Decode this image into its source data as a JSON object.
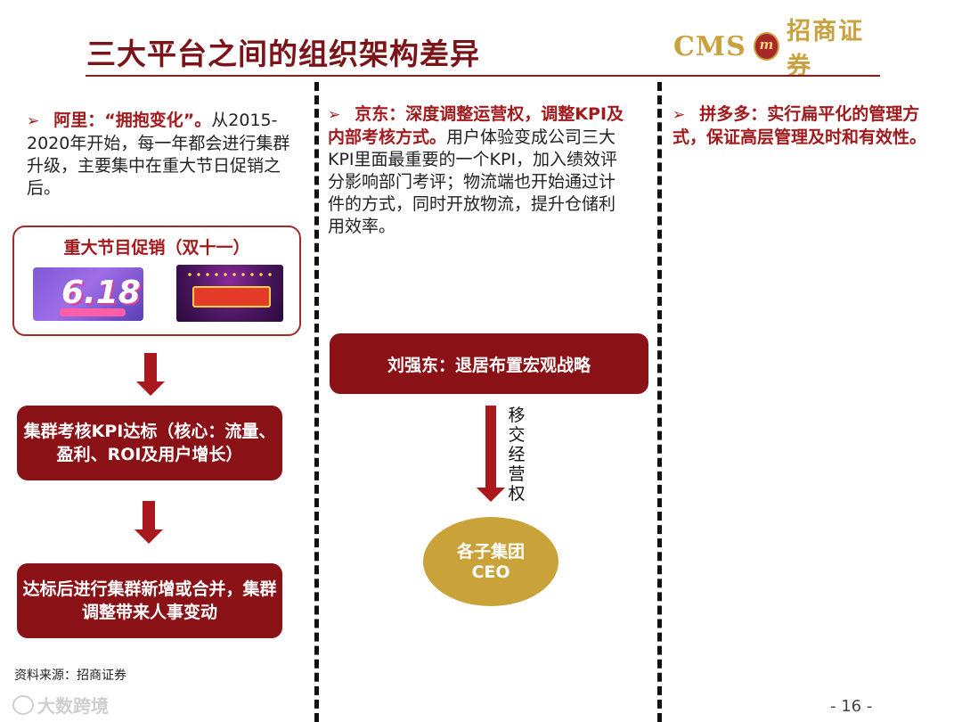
{
  "header": {
    "title": "三大平台之间的组织架构差异",
    "logo_en": "CMS",
    "logo_emblem": "m",
    "logo_cn": "招商证券"
  },
  "alibaba": {
    "bullet": "➢",
    "lead": "阿里：“拥抱变化”。",
    "text": "从2015-2020年开始，每一年都会进行集群升级，主要集中在重大节日促销之后。",
    "promo_title": "重大节目促销（双十一）",
    "promo_618": "6.18",
    "flow_1": "集群考核KPI达标（核心：流量、盈利、ROI及用户增长）",
    "flow_2": "达标后进行集群新增或合并，集群调整带来人事变动"
  },
  "jd": {
    "bullet": "➢",
    "lead": "京东：深度调整运营权，调整KPI及内部考核方式。",
    "text": "用户体验变成公司三大KPI里面最重要的一个KPI，加入绩效评分影响部门考评；物流端也开始通过计件的方式，同时开放物流，提升仓储利用效率。",
    "box": "刘强东：退居布置宏观战略",
    "arrow_label": "移交经营权",
    "ceo_line1": "各子集团",
    "ceo_line2": "CEO"
  },
  "pdd": {
    "bullet": "➢",
    "lead": "拼多多：实行扁平化的管理方式，保证高层管理及时和有效性。"
  },
  "footer": {
    "source": "资料来源：招商证券",
    "page": "- 16 -",
    "watermark": "大数跨境"
  },
  "colors": {
    "brand_red": "#8a1116",
    "accent_gold": "#caa23a",
    "title_red": "#7a1418"
  }
}
